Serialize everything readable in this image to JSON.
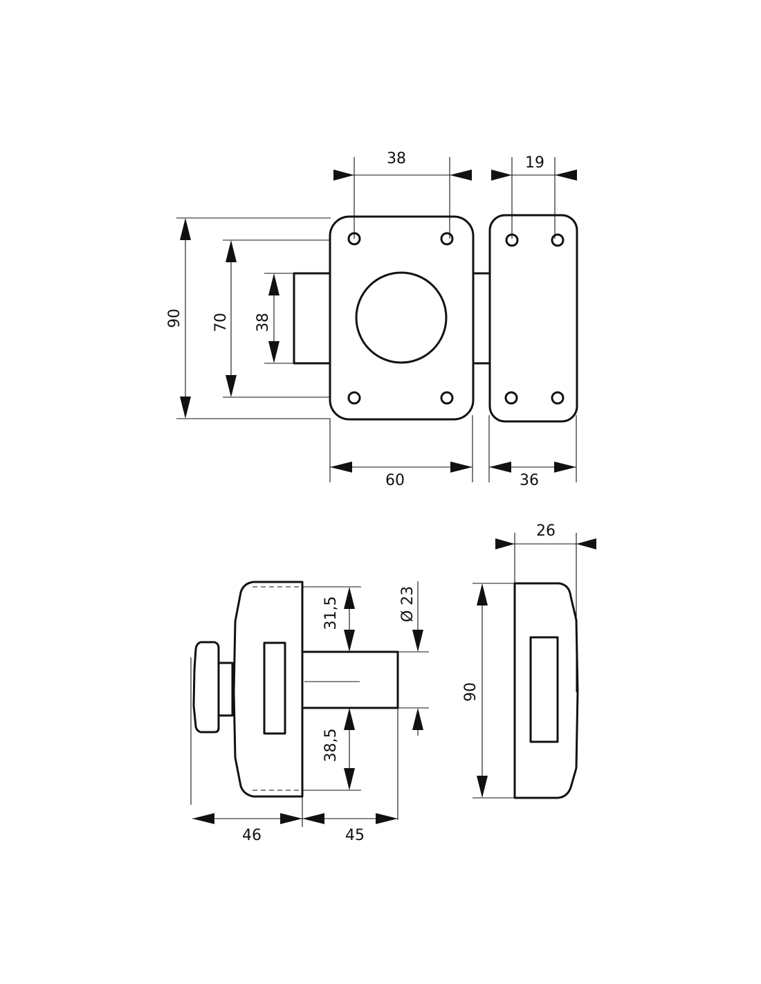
{
  "dimensions": {
    "front_top_hole_spacing": "38",
    "keeper_top_hole_spacing": "19",
    "front_height": "90",
    "front_hole_vertical": "70",
    "bolt_height": "38",
    "front_width": "60",
    "keeper_width": "36",
    "keeper_side_depth": "26",
    "top_to_bolt": "31,5",
    "cylinder_diameter": "Ø 23",
    "bolt_to_bottom": "38,5",
    "keeper_side_height": "90",
    "body_depth": "46",
    "bolt_projection": "45"
  },
  "colors": {
    "line": "#111111",
    "background": "#ffffff"
  }
}
